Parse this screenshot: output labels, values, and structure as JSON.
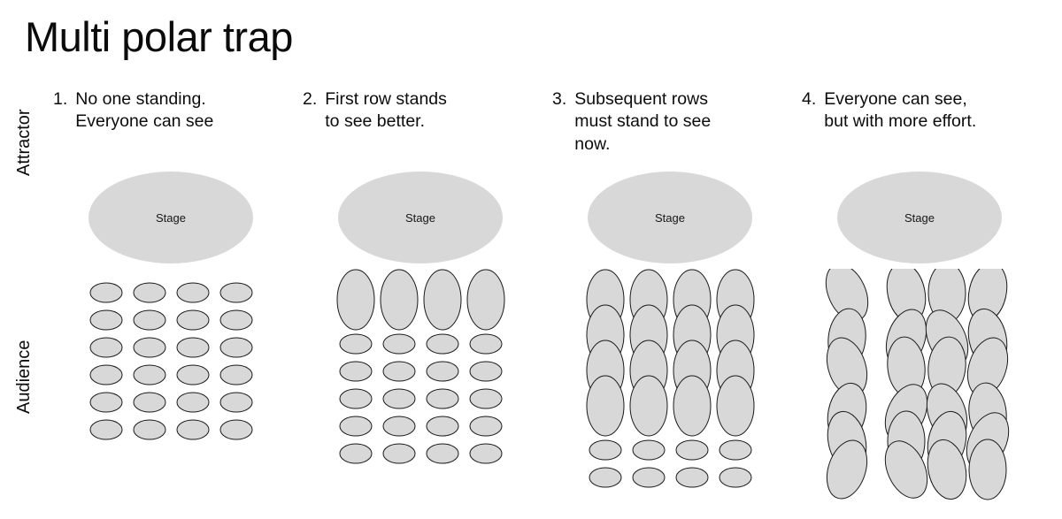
{
  "title": "Multi polar trap",
  "axis_labels": {
    "top": "Attractor",
    "bottom": "Audience"
  },
  "stage_label": "Stage",
  "colors": {
    "shape_fill": "#d8d8d8",
    "shape_stroke": "#1a1a1a"
  },
  "panels": [
    {
      "number": "1.",
      "caption": "No one standing.\nEveryone can see",
      "cols": 4,
      "rows": [
        "seated",
        "seated",
        "seated",
        "seated",
        "seated",
        "seated"
      ],
      "jitter": false
    },
    {
      "number": "2.",
      "caption": "First row stands\nto see better.",
      "cols": 4,
      "rows": [
        "standing",
        "seated",
        "seated",
        "seated",
        "seated",
        "seated"
      ],
      "jitter": false
    },
    {
      "number": "3.",
      "caption": "Subsequent rows\nmust stand to see\nnow.",
      "cols": 4,
      "rows": [
        "standing",
        "standing",
        "standing",
        "standing",
        "seated",
        "seated"
      ],
      "jitter": false
    },
    {
      "number": "4.",
      "caption": "Everyone can see,\nbut with more effort.",
      "cols": 4,
      "rows": [
        "standing",
        "standing",
        "standing",
        "standing",
        "standing",
        "standing"
      ],
      "jitter": true
    }
  ]
}
